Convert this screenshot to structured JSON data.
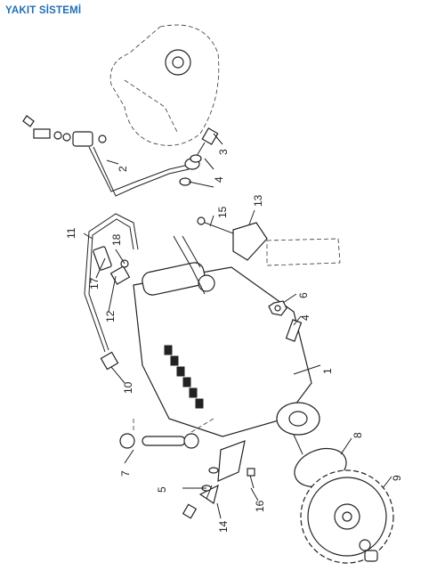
{
  "header": {
    "title": "YAKIT SİSTEMİ"
  },
  "callouts": [
    "1",
    "2",
    "3",
    "4",
    "4",
    "5",
    "6",
    "7",
    "8",
    "9",
    "10",
    "11",
    "12",
    "13",
    "14",
    "15",
    "16",
    "17",
    "18"
  ],
  "accent": "#1f6fb6"
}
